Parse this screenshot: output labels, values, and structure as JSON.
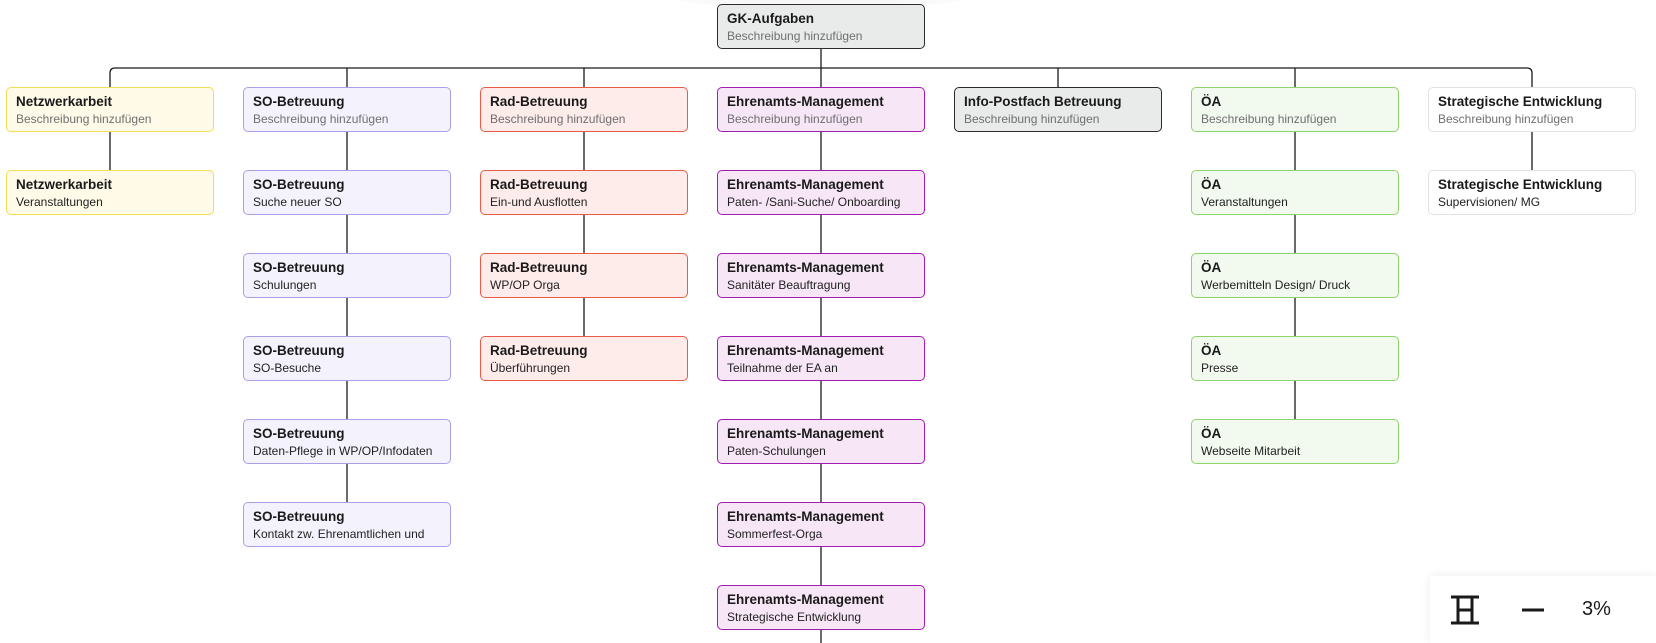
{
  "diagram": {
    "root": {
      "title": "GK-Aufgaben",
      "desc": "Beschreibung hinzufügen"
    },
    "columns": [
      {
        "theme": "yellow",
        "items": [
          {
            "title": "Netzwerkarbeit",
            "desc": "Beschreibung hinzufügen"
          },
          {
            "title": "Netzwerkarbeit",
            "desc": "Veranstaltungen"
          }
        ]
      },
      {
        "theme": "lavender",
        "items": [
          {
            "title": "SO-Betreuung",
            "desc": "Beschreibung hinzufügen"
          },
          {
            "title": "SO-Betreuung",
            "desc": "Suche neuer SO"
          },
          {
            "title": "SO-Betreuung",
            "desc": "Schulungen"
          },
          {
            "title": "SO-Betreuung",
            "desc": "SO-Besuche"
          },
          {
            "title": "SO-Betreuung",
            "desc": "Daten-Pflege in WP/OP/Infodaten"
          },
          {
            "title": "SO-Betreuung",
            "desc": "Kontakt zw. Ehrenamtlichen und"
          }
        ]
      },
      {
        "theme": "red",
        "items": [
          {
            "title": "Rad-Betreuung",
            "desc": "Beschreibung hinzufügen"
          },
          {
            "title": "Rad-Betreuung",
            "desc": "Ein-und Ausflotten"
          },
          {
            "title": "Rad-Betreuung",
            "desc": "WP/OP Orga"
          },
          {
            "title": "Rad-Betreuung",
            "desc": "Überführungen"
          }
        ]
      },
      {
        "theme": "purple",
        "items": [
          {
            "title": "Ehrenamts-Management",
            "desc": "Beschreibung hinzufügen"
          },
          {
            "title": "Ehrenamts-Management",
            "desc": "Paten- /Sani-Suche/ Onboarding"
          },
          {
            "title": "Ehrenamts-Management",
            "desc": "Sanitäter Beauftragung"
          },
          {
            "title": "Ehrenamts-Management",
            "desc": "Teilnahme der EA an"
          },
          {
            "title": "Ehrenamts-Management",
            "desc": "Paten-Schulungen"
          },
          {
            "title": "Ehrenamts-Management",
            "desc": "Sommerfest-Orga"
          },
          {
            "title": "Ehrenamts-Management",
            "desc": "Strategische Entwicklung"
          }
        ]
      },
      {
        "theme": "gray",
        "items": [
          {
            "title": "Info-Postfach Betreuung",
            "desc": "Beschreibung hinzufügen"
          }
        ]
      },
      {
        "theme": "green",
        "items": [
          {
            "title": "ÖA",
            "desc": "Beschreibung hinzufügen"
          },
          {
            "title": "ÖA",
            "desc": "Veranstaltungen"
          },
          {
            "title": "ÖA",
            "desc": "Werbemitteln Design/ Druck"
          },
          {
            "title": "ÖA",
            "desc": "Presse"
          },
          {
            "title": "ÖA",
            "desc": "Webseite Mitarbeit"
          }
        ]
      },
      {
        "theme": "white",
        "items": [
          {
            "title": "Strategische Entwicklung",
            "desc": "Beschreibung hinzufügen"
          },
          {
            "title": "Strategische Entwicklung",
            "desc": "Supervisionen/ MG"
          }
        ]
      }
    ],
    "placeholder_text": "Beschreibung hinzufügen"
  },
  "themes": {
    "root": {
      "border": "#2b2b2b",
      "fill": "#e9eaea",
      "line": "#1a1a1a"
    },
    "yellow": {
      "border": "#f2dd55",
      "fill": "#fffbe8",
      "line": "#1a1a1a"
    },
    "lavender": {
      "border": "#a8a0e8",
      "fill": "#f4f3fd",
      "line": "#1a1a1a"
    },
    "red": {
      "border": "#ea5a47",
      "fill": "#fdecea",
      "line": "#1a1a1a"
    },
    "purple": {
      "border": "#a21caf",
      "fill": "#f6e6f6",
      "line": "#1a1a1a"
    },
    "gray": {
      "border": "#2b2b2b",
      "fill": "#e9eaea",
      "line": "#1a1a1a"
    },
    "green": {
      "border": "#8fd46a",
      "fill": "#f2f9ee",
      "line": "#1a1a1a"
    },
    "white": {
      "border": "#e2e2e2",
      "fill": "#ffffff",
      "line": "#1a1a1a"
    }
  },
  "toolbar": {
    "fit_icon": "fit-to-screen-icon",
    "zoom_out_icon": "minus-icon",
    "zoom_level": "3%"
  }
}
